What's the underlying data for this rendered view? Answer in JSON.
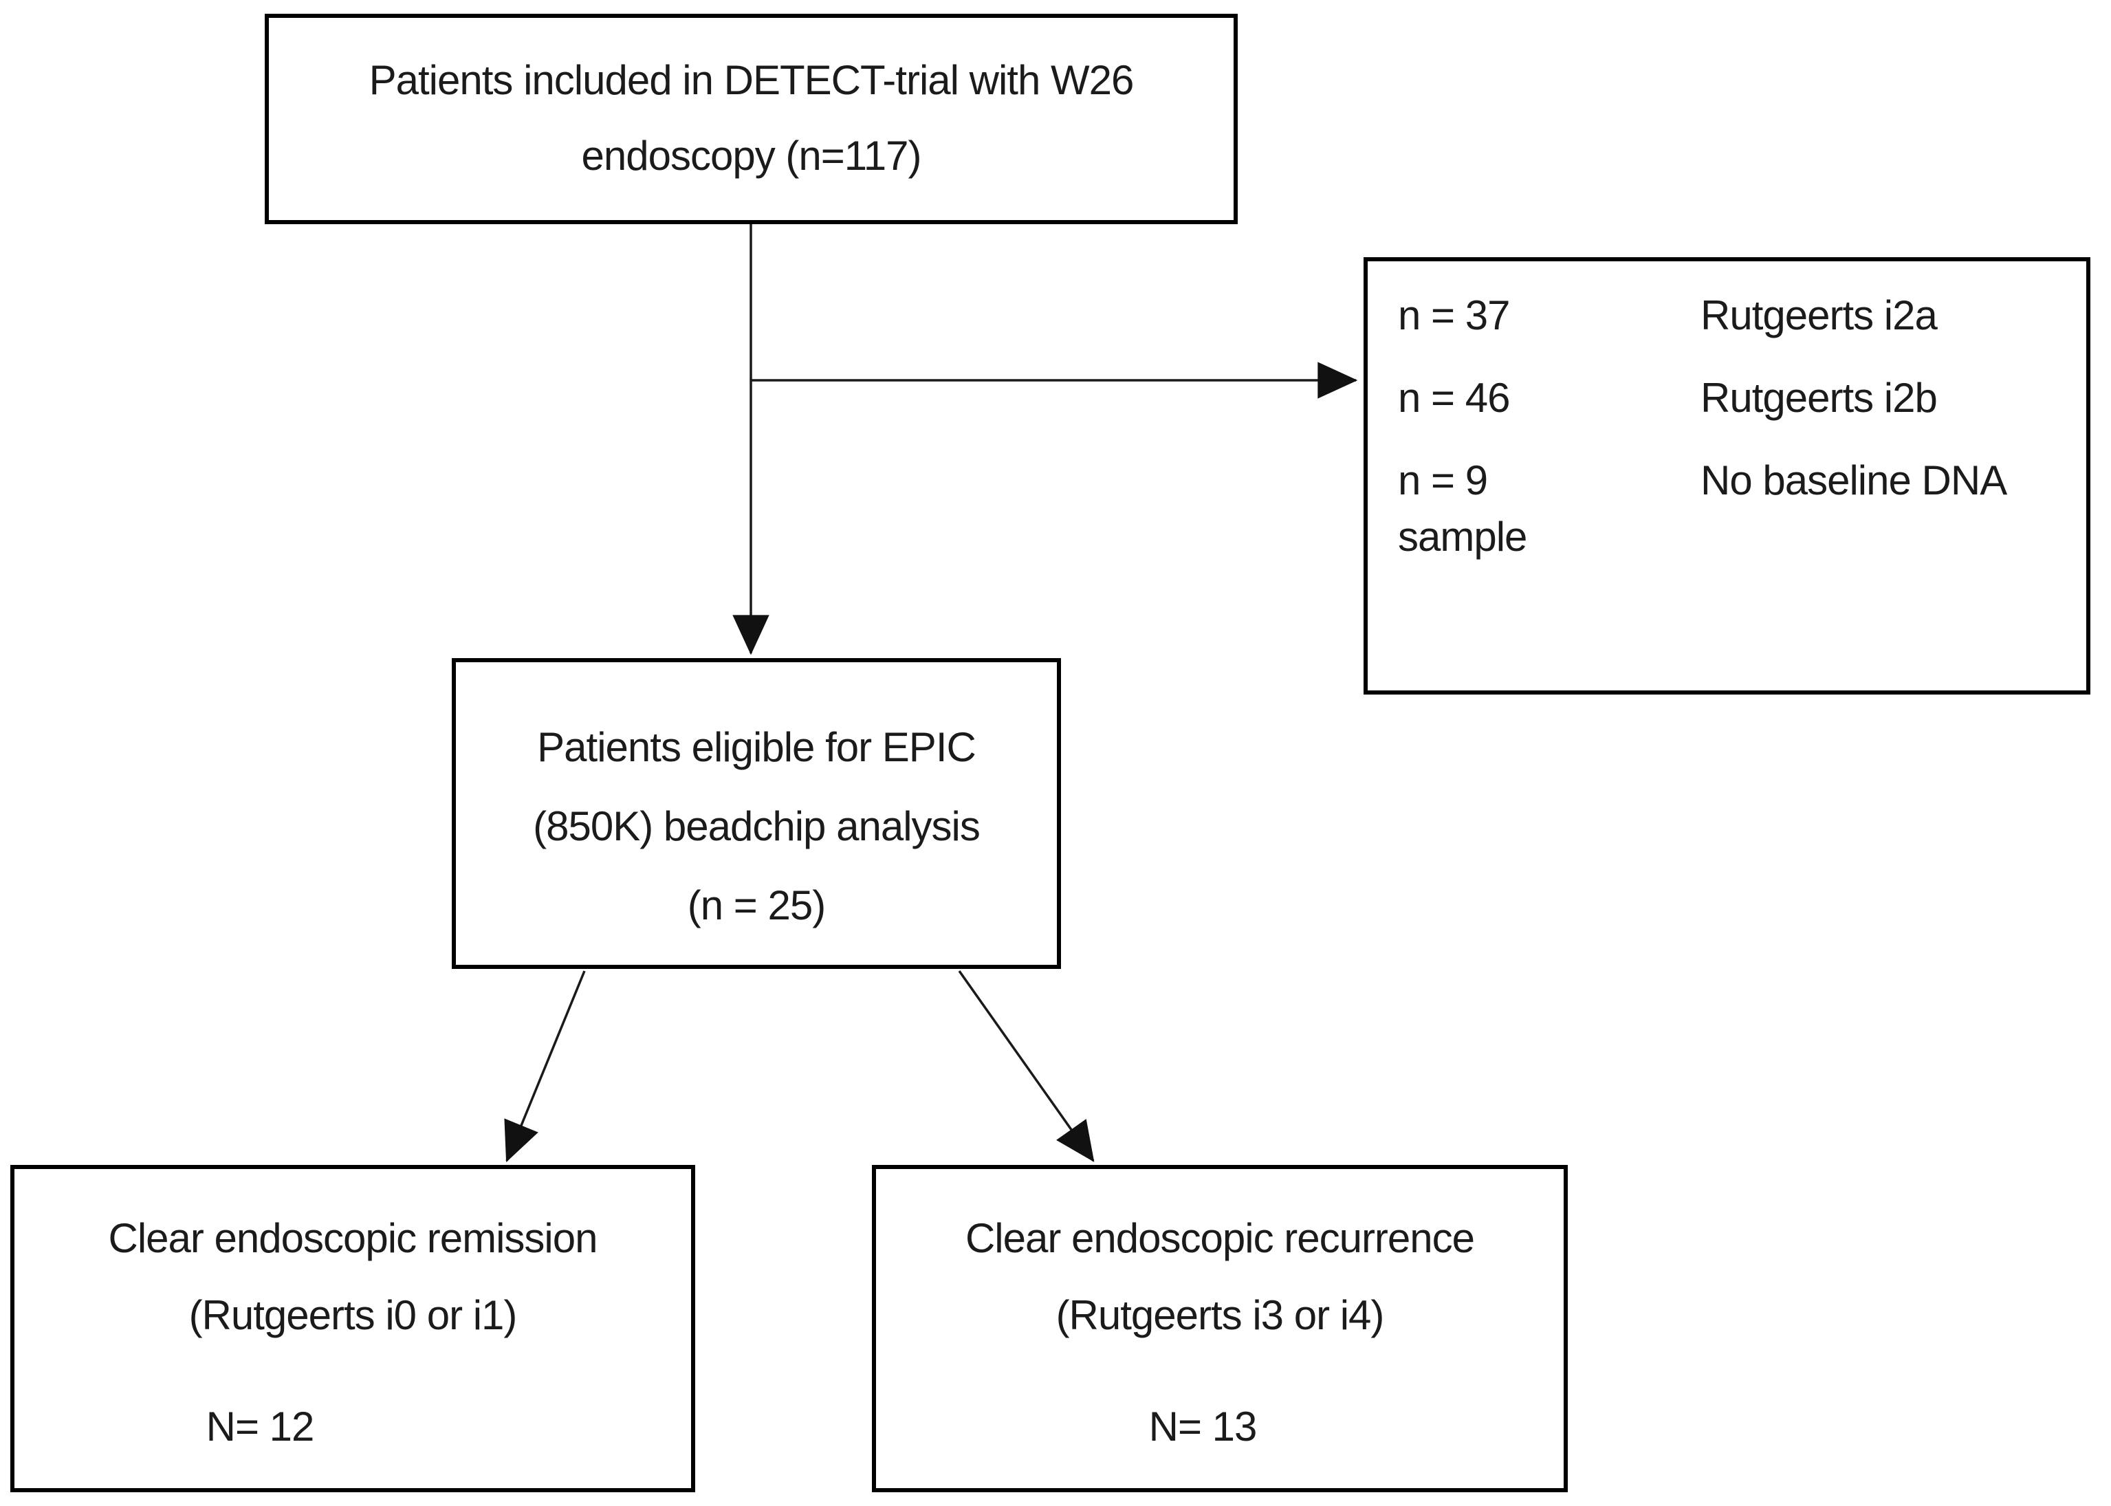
{
  "flowchart": {
    "colors": {
      "background": "#ffffff",
      "box_border": "#000000",
      "text": "#1b1b1b",
      "connector": "#1a1a1a"
    },
    "nodes": {
      "detect_trial": {
        "lines": [
          "Patients included in DETECT-trial with W26",
          "endoscopy (n=117)"
        ]
      },
      "exclusions": {
        "rows": [
          {
            "count": "n = 37",
            "reason": "Rutgeerts i2a"
          },
          {
            "count": "n = 46",
            "reason": "Rutgeerts i2b"
          },
          {
            "count": "n = 9",
            "reason": "No baseline DNA"
          }
        ],
        "wrap_text": "sample"
      },
      "eligible": {
        "lines": [
          "Patients eligible for EPIC",
          "(850K) beadchip analysis",
          "(n = 25)"
        ]
      },
      "remission": {
        "lines": [
          "Clear endoscopic remission",
          "(Rutgeerts i0 or i1)"
        ],
        "count": "N= 12"
      },
      "recurrence": {
        "lines": [
          "Clear endoscopic recurrence",
          "(Rutgeerts i3 or i4)"
        ],
        "count": "N= 13"
      }
    }
  }
}
